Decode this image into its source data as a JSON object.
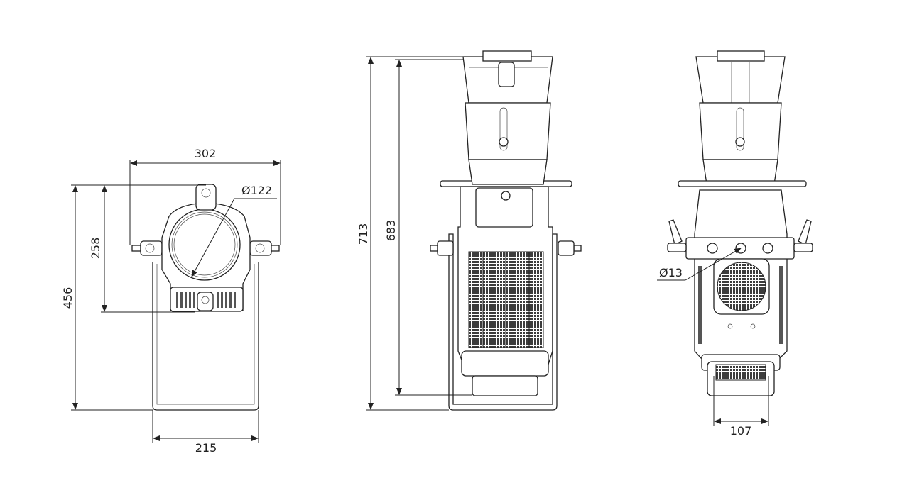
{
  "views": {
    "front": {
      "width_label": "302",
      "diameter_label": "Ø122",
      "lens_height_label": "258",
      "total_height_label": "456",
      "base_width_label": "215"
    },
    "side": {
      "total_height_label": "713",
      "body_height_label": "683"
    },
    "rear": {
      "hole_label": "Ø13",
      "width_label": "107"
    }
  }
}
